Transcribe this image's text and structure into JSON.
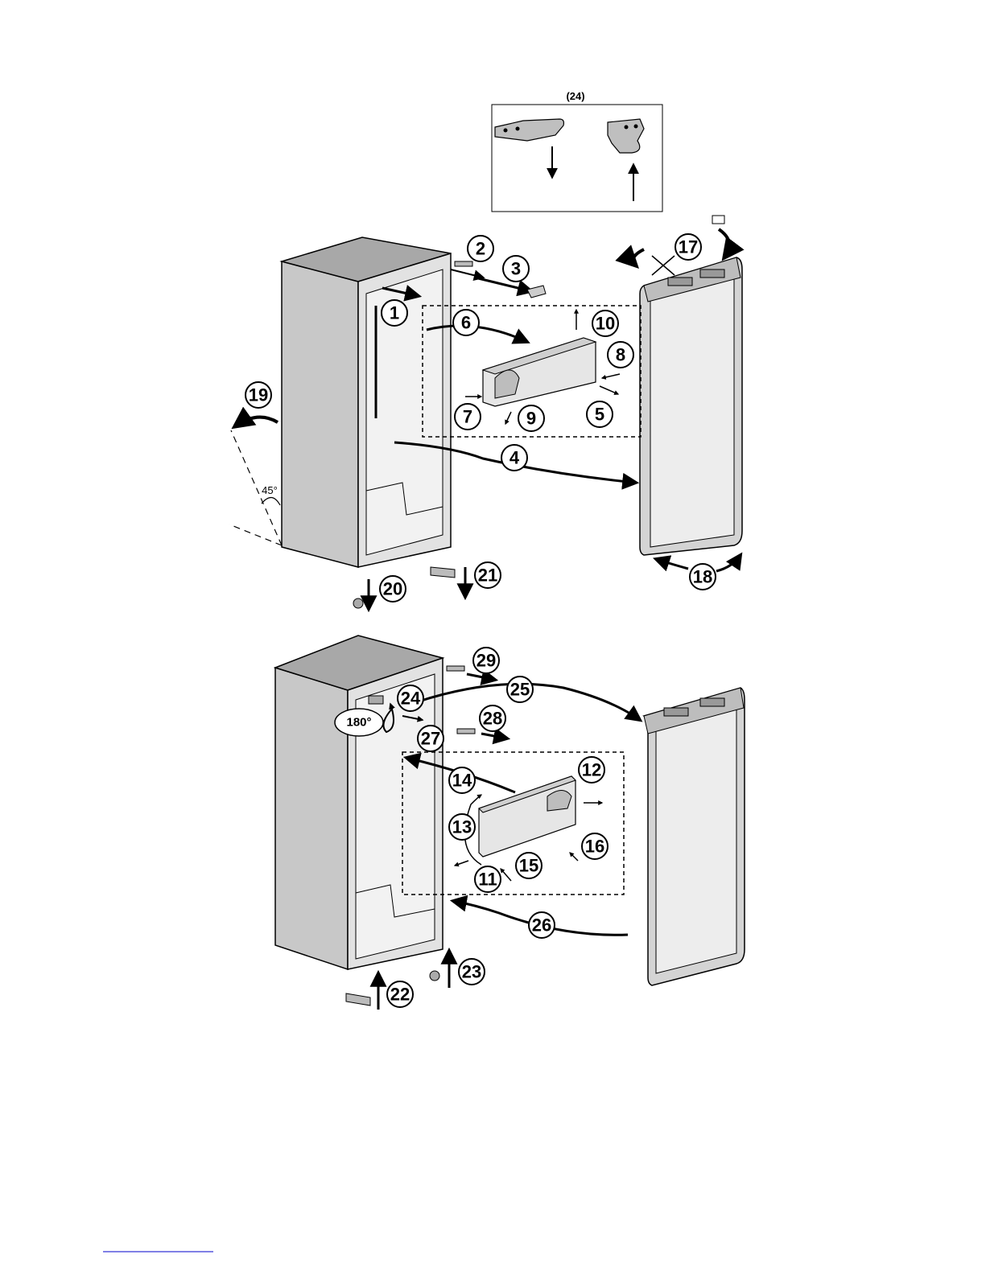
{
  "inset": {
    "caption": "(24)"
  },
  "callouts": {
    "c1": "1",
    "c2": "2",
    "c3": "3",
    "c4": "4",
    "c5": "5",
    "c6": "6",
    "c7": "7",
    "c8": "8",
    "c9": "9",
    "c10": "10",
    "c11": "11",
    "c12": "12",
    "c13": "13",
    "c14": "14",
    "c15": "15",
    "c16": "16",
    "c17": "17",
    "c18": "18",
    "c19": "19",
    "c20": "20",
    "c21": "21",
    "c22": "22",
    "c23": "23",
    "c24": "24",
    "c25": "25",
    "c26": "26",
    "c27": "27",
    "c28": "28",
    "c29": "29"
  },
  "angles": {
    "tilt": "45°",
    "rotate": "180°"
  }
}
